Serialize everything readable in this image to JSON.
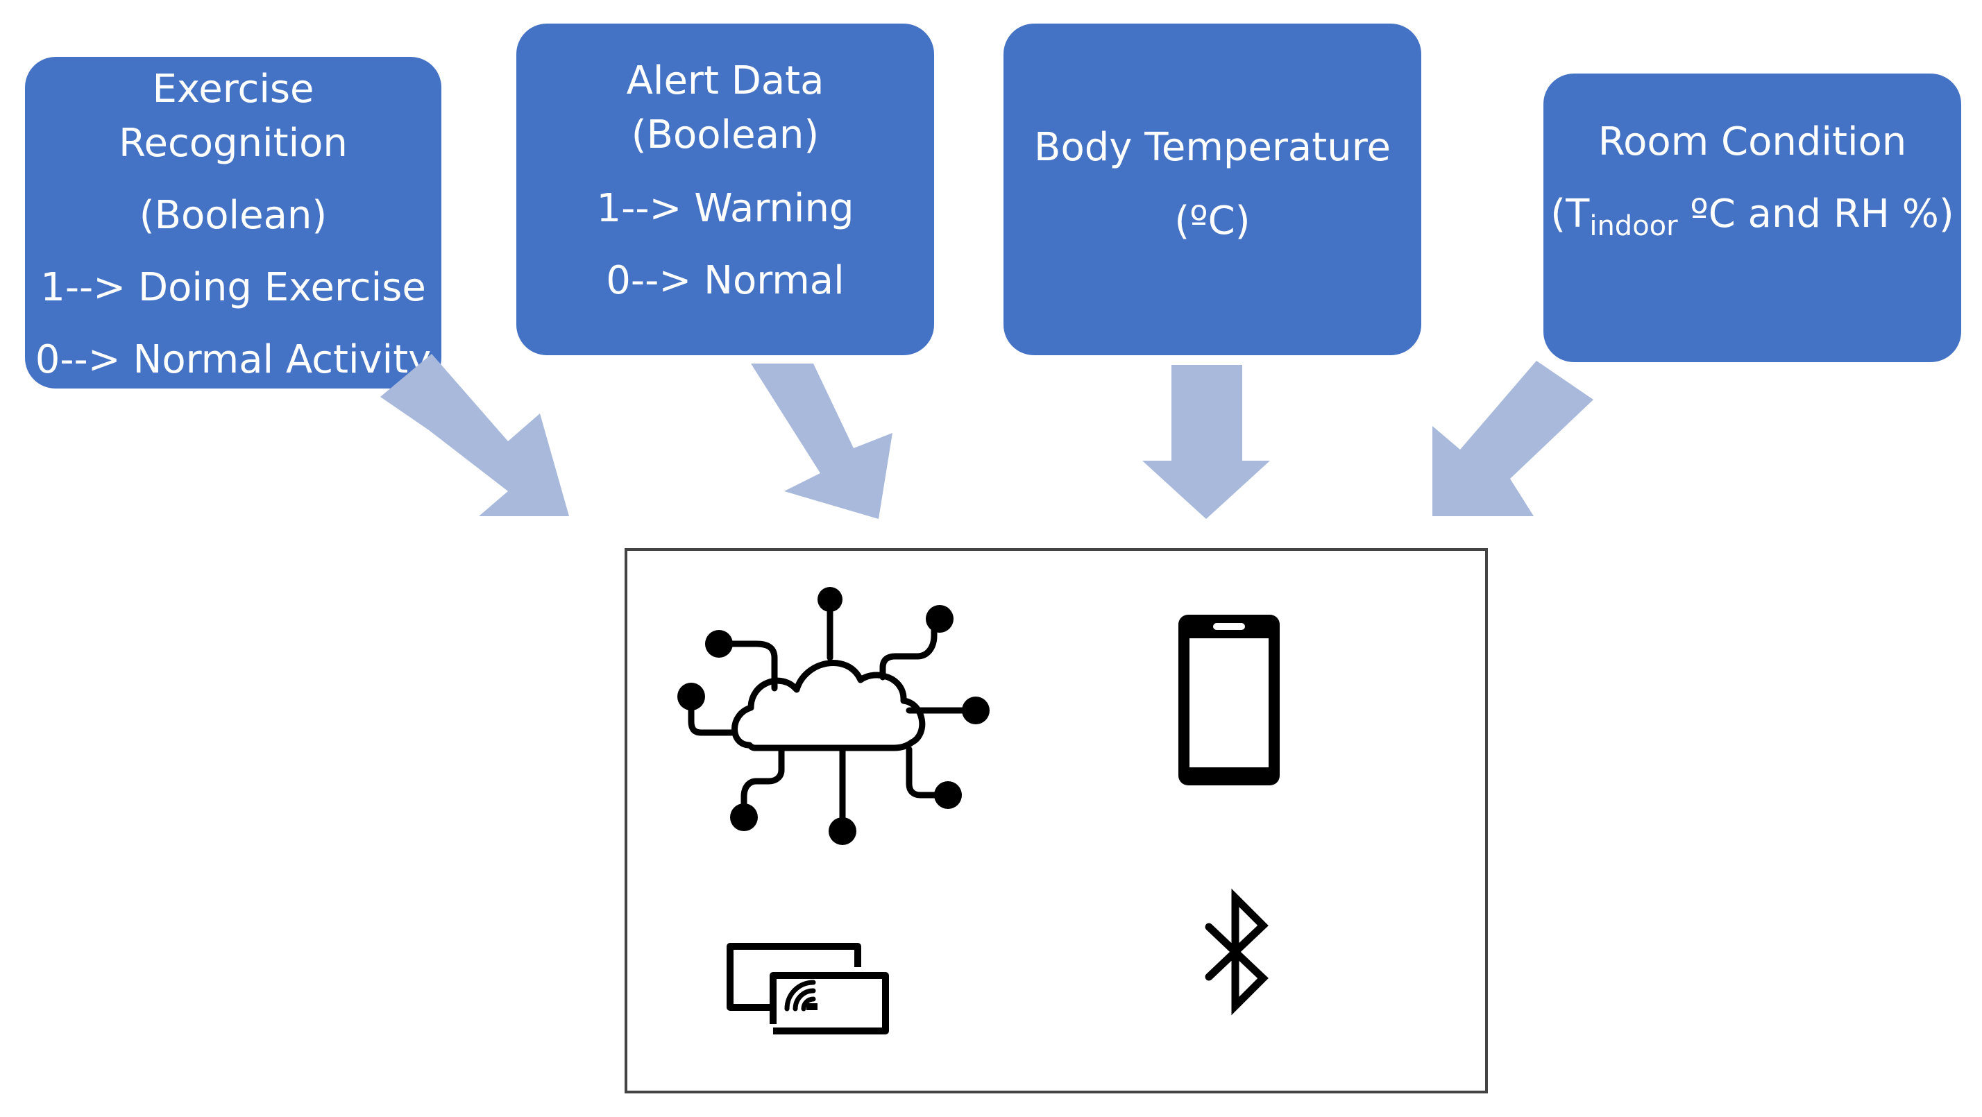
{
  "boxes": {
    "exercise": {
      "line1": "Exercise",
      "line2": "Recognition",
      "line3": "(Boolean)",
      "line4": "1--> Doing Exercise",
      "line5": "0--> Normal Activity"
    },
    "alert": {
      "line1": "Alert Data",
      "line2": "(Boolean)",
      "line3": "1--> Warning",
      "line4": "0-->  Normal"
    },
    "temperature": {
      "line1": "Body Temperature",
      "line2": "(ºC)"
    },
    "room": {
      "line1": "Room Condition",
      "open": "(T",
      "subscript": "indoor",
      "rest": " ºC and RH %)"
    }
  },
  "colors": {
    "box_fill": "#4472C4",
    "box_text": "#ffffff",
    "arrow_fill": "#A9B9DC",
    "icon_stroke": "#000000",
    "panel_border": "#444444"
  },
  "icons": [
    "cloud-network-icon",
    "smartphone-icon",
    "wireless-card-icon",
    "bluetooth-icon"
  ]
}
